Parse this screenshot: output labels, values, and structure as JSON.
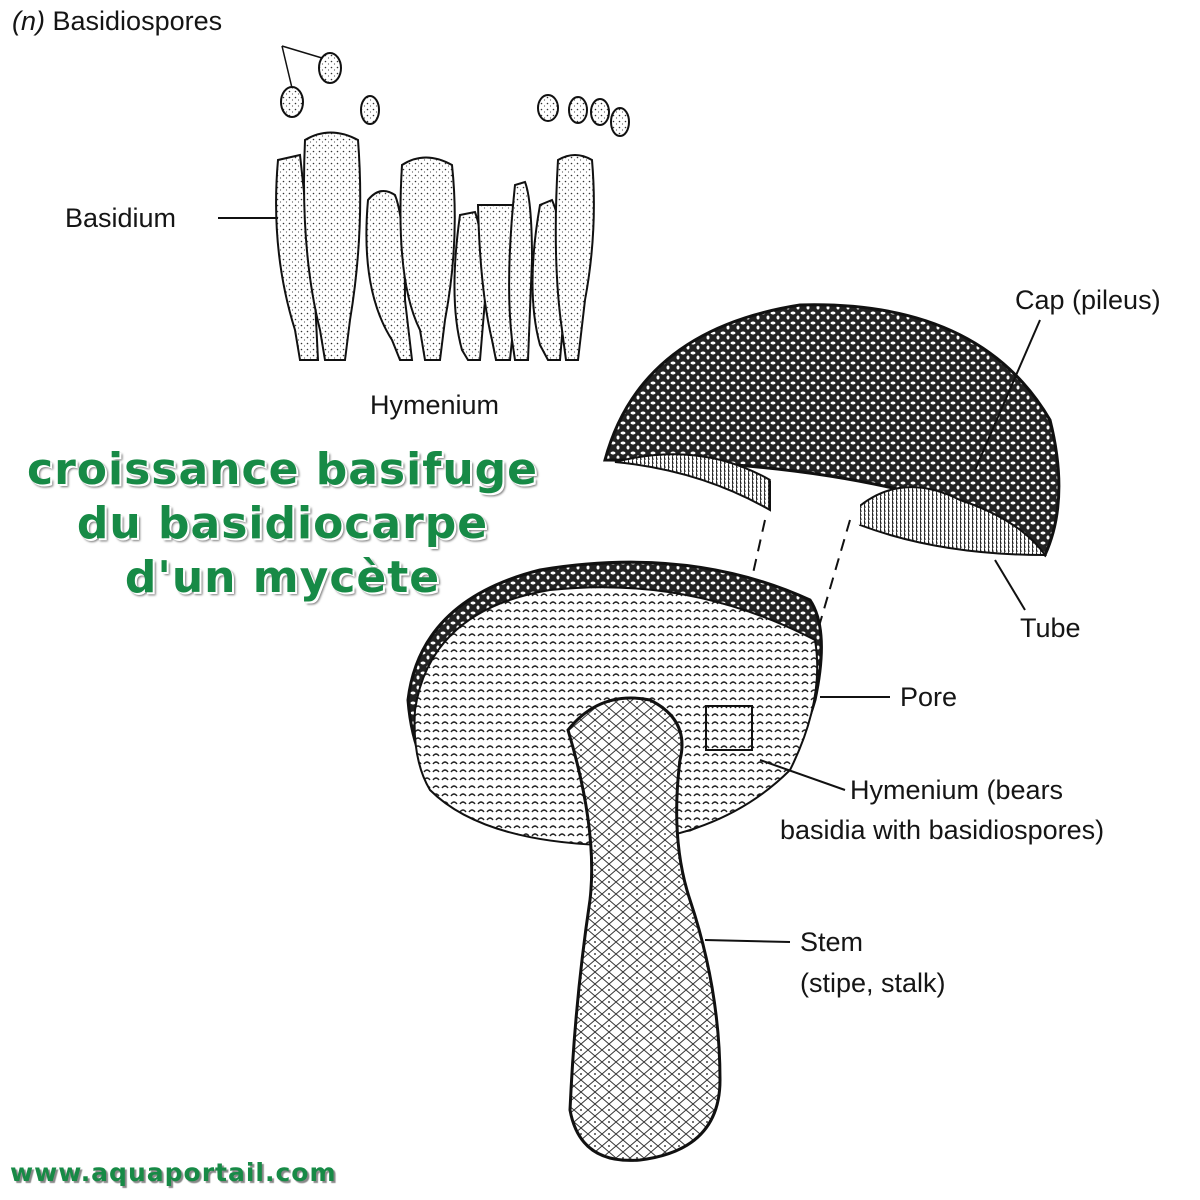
{
  "title_lines": [
    "croissance basifuge",
    "du basidiocarpe",
    "d'un mycète"
  ],
  "website": "www.aquaportail.com",
  "labels": {
    "basidiospores_prefix": "(n)",
    "basidiospores": "Basidiospores",
    "basidium": "Basidium",
    "hymenium": "Hymenium",
    "cap": "Cap (pileus)",
    "tube": "Tube",
    "pore": "Pore",
    "hymenium_bears_line1": "Hymenium (bears",
    "hymenium_bears_line2": "basidia with basidiospores)",
    "stem_line1": "Stem",
    "stem_line2": "(stipe, stalk)"
  },
  "colors": {
    "title": "#178a46"
  }
}
